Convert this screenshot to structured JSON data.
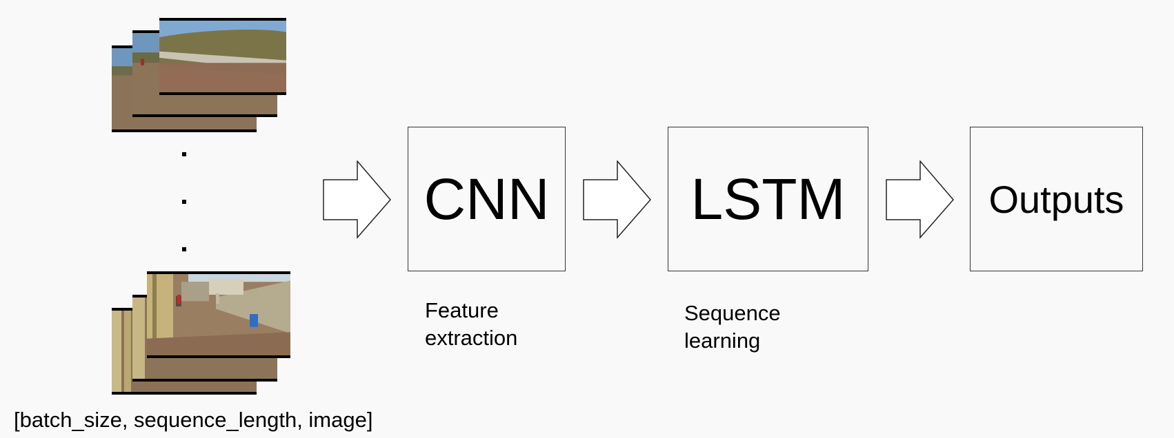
{
  "diagram": {
    "input_label": "[batch_size, sequence_length, image]",
    "boxes": [
      {
        "id": "cnn",
        "label": "CNN"
      },
      {
        "id": "lstm",
        "label": "LSTM"
      },
      {
        "id": "outputs",
        "label": "Outputs"
      }
    ],
    "captions": {
      "cnn": [
        "Feature",
        "extraction"
      ],
      "lstm": [
        "Sequence",
        "learning"
      ]
    }
  }
}
